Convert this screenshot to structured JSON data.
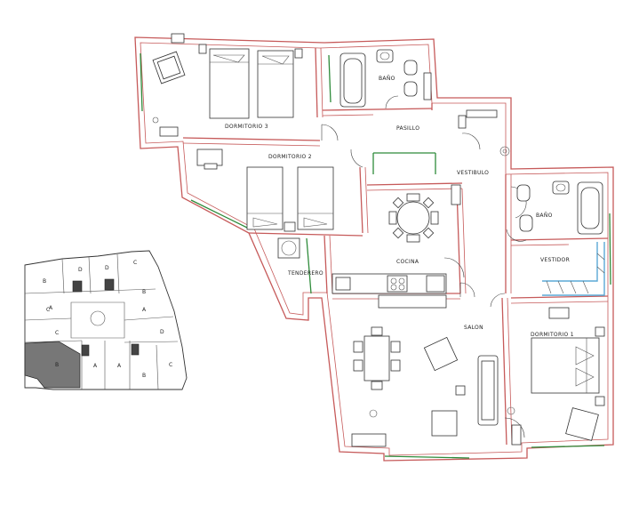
{
  "rooms": {
    "dormitorio3": "DORMITORIO 3",
    "dormitorio2": "DORMITORIO 2",
    "dormitorio1": "DORMITORIO 1",
    "bano1": "BAÑO",
    "bano2": "BAÑO",
    "pasillo": "PASILLO",
    "vestibulo": "VESTIBULO",
    "cocina": "COCINA",
    "tenderero": "TENDERERO",
    "vestidor": "VESTIDOR",
    "salon": "SALON"
  },
  "key_plan": {
    "labels": [
      "B",
      "D",
      "D",
      "C",
      "B",
      "C",
      "A",
      "A",
      "C",
      "D",
      "B",
      "A",
      "A",
      "B",
      "C"
    ]
  },
  "colors": {
    "wall": "#c65a5a",
    "window": "#2e8b3a",
    "wardrobe": "#5aa9d6",
    "highlight": "#555555"
  }
}
